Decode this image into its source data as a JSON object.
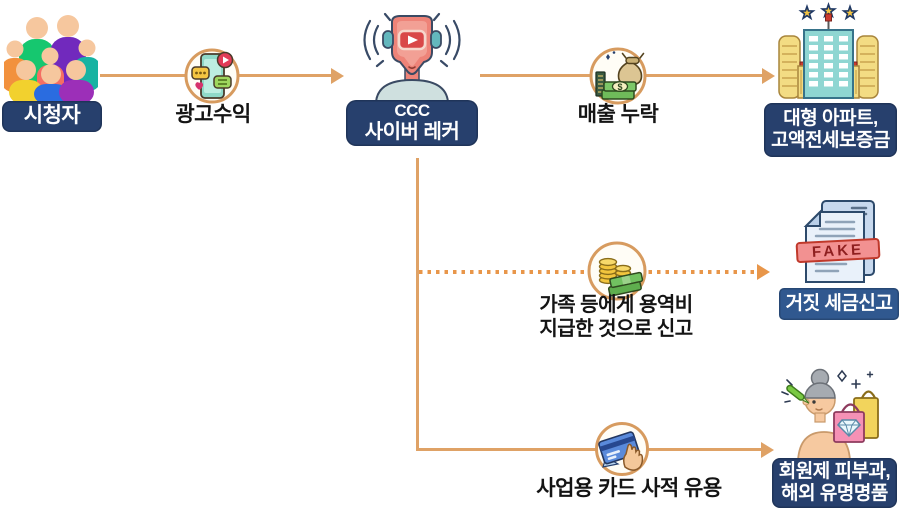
{
  "nodes": {
    "viewers": {
      "label": "시청자"
    },
    "cyber_wrecker": {
      "line1": "CCC",
      "line2": "사이버 레커"
    },
    "apartment": {
      "line1": "대형 아파트,",
      "line2": "고액전세보증금"
    },
    "fake_tax_report": {
      "label": "거짓 세금신고",
      "stamp": "FAKE"
    },
    "luxury_spending": {
      "line1": "회원제 피부과,",
      "line2": "해외 유명명품"
    }
  },
  "edges": {
    "ad_revenue": {
      "label": "광고수익"
    },
    "sales_omission": {
      "label": "매출 누락"
    },
    "family_service_fee": {
      "line1": "가족 등에게 용역비",
      "line2": "지급한 것으로 신고"
    },
    "business_card_misuse": {
      "label": "사업용 카드 사적 유용"
    }
  },
  "colors": {
    "arrow_solid": "#dfa266",
    "arrow_dotted": "#e8964a",
    "node_box_navy": "#27406d",
    "fake_box_blue": "#30588f",
    "icon_ring": "#d79b5f"
  }
}
